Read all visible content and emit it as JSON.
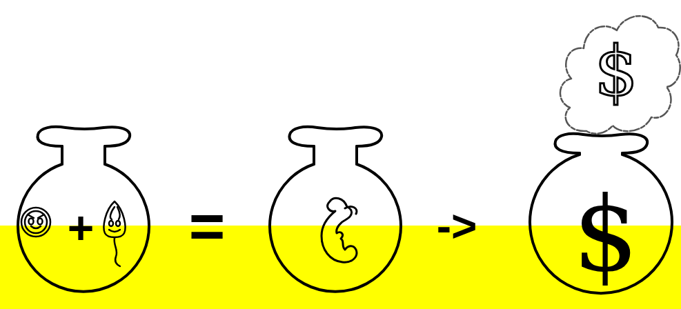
{
  "diagram": {
    "labels": [
      "+",
      "=",
      "->",
      "$",
      "$"
    ]
  }
}
